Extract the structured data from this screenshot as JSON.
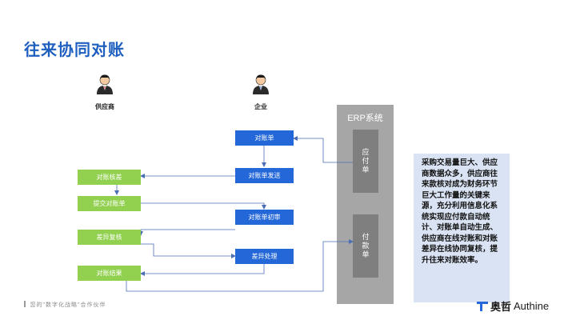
{
  "title": "往来协同对账",
  "actors": {
    "supplier": "供应商",
    "enterprise": "企业"
  },
  "erp": {
    "title": "ERP系统",
    "payable": "应付单",
    "payment": "付款单"
  },
  "flow": {
    "reconcile_bill": "对账单",
    "send_bill": "对账单发送",
    "verify_diff": "对账核差",
    "submit_bill": "提交对账单",
    "first_review": "对账单初审",
    "diff_recheck": "差异复核",
    "diff_handle": "差异处理",
    "result": "对账结果"
  },
  "description": "采购交易量巨大、供应商数据众多，供应商往来款核对成为财务环节巨大工作量的关键来源，充分利用信息化系统实现应付款自动统计、对账单自动生成、供应商在线对账和对账差异在线协同复核，提升往来对账效率。",
  "footer": "您的\"数字化战略\"合作伙伴",
  "logo": {
    "cn": "奥哲",
    "en": "Authine"
  },
  "colors": {
    "blue": "#2367d8",
    "green": "#92d050",
    "title": "#1f5fbf",
    "erp": "#a6a6a6"
  }
}
